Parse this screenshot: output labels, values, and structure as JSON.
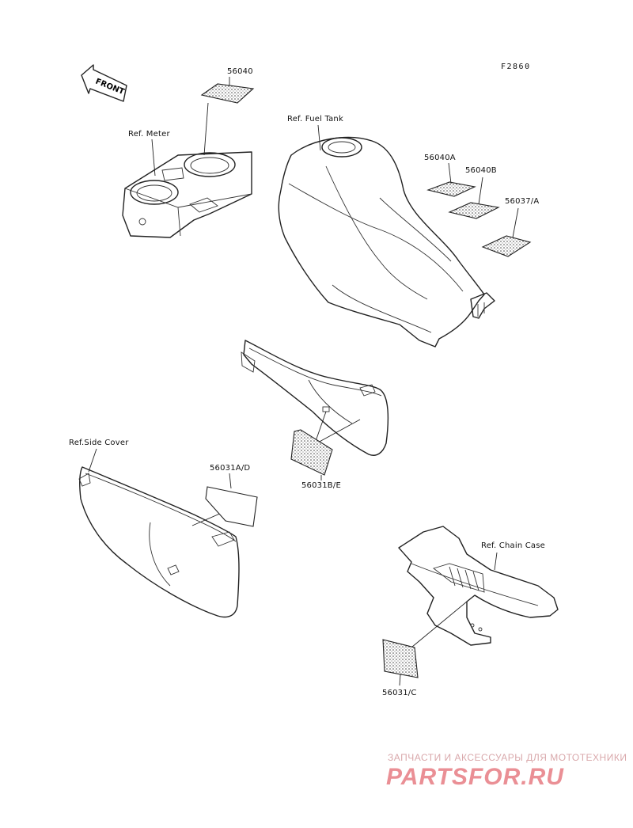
{
  "diagram_code": "F2860",
  "front_arrow": "FRONT",
  "labels": {
    "ref_meter": "Ref. Meter",
    "ref_fuel_tank": "Ref. Fuel Tank",
    "ref_side_cover": "Ref.Side Cover",
    "ref_chain_case": "Ref. Chain Case"
  },
  "parts": {
    "p56040": "56040",
    "p56040a": "56040A",
    "p56040b": "56040B",
    "p56037a": "56037/A",
    "p56031ad": "56031A/D",
    "p56031be": "56031B/E",
    "p56031c": "56031/C"
  },
  "watermark": {
    "caption": "ЗАПЧАСТИ И АКСЕССУАРЫ ДЛЯ МОТОТЕХНИКИ",
    "logo": "PARTSFOR.RU"
  },
  "colors": {
    "line": "#222222",
    "watermark_logo": "#ea8f95",
    "watermark_caption": "#d9a8ab"
  }
}
